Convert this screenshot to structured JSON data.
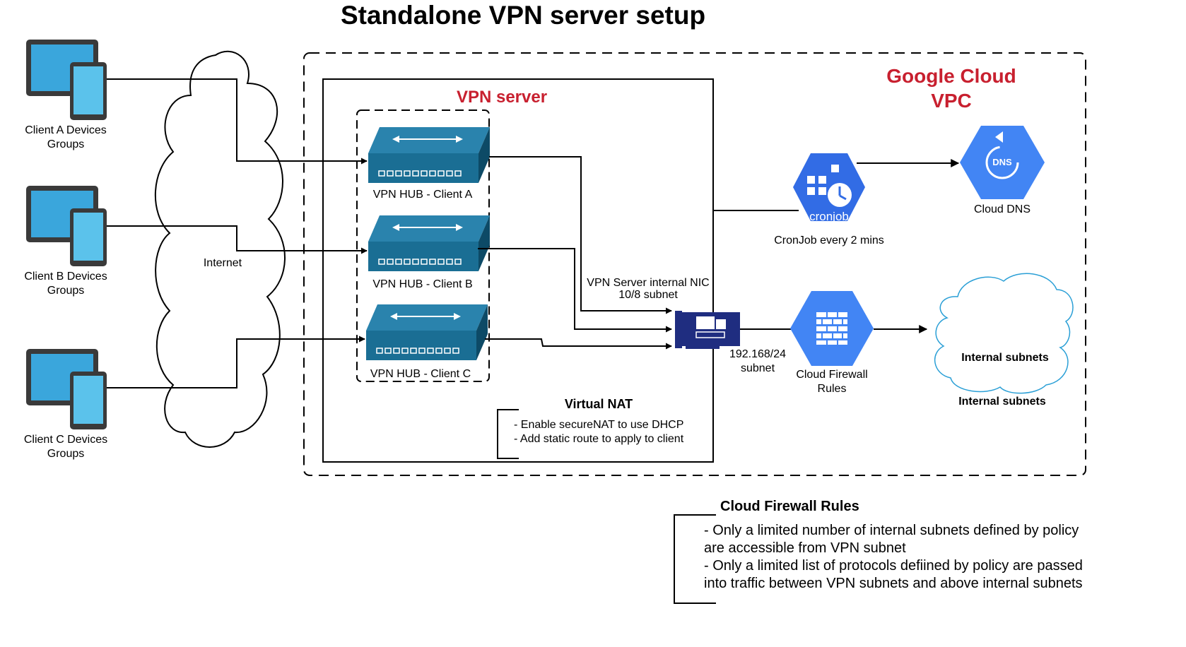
{
  "title": "Standalone VPN server setup",
  "clients": [
    {
      "line1": "Client A Devices",
      "line2": "Groups"
    },
    {
      "line1": "Client B Devices",
      "line2": "Groups"
    },
    {
      "line1": "Client C Devices",
      "line2": "Groups"
    }
  ],
  "internet_label": "Internet",
  "vpn_server_label": "VPN server",
  "hubs": [
    "VPN HUB - Client A",
    "VPN HUB - Client B",
    "VPN HUB - Client C"
  ],
  "nic": {
    "line1": "VPN Server internal NIC",
    "line2": "10/8 subnet"
  },
  "subnet": {
    "line1": "192.168/24",
    "line2": "subnet"
  },
  "gcp": {
    "line1": "Google Cloud",
    "line2": "VPC"
  },
  "cronjob": {
    "icon_text": "cronjob",
    "label": "CronJob every 2 mins"
  },
  "dns": {
    "icon_text": "DNS",
    "label": "Cloud DNS"
  },
  "firewall": {
    "line1": "Cloud Firewall",
    "line2": "Rules"
  },
  "internal_subnets": {
    "inner": "Internal subnets",
    "below": "Internal subnets"
  },
  "virtual_nat": {
    "title": "Virtual NAT",
    "items": [
      "- Enable secureNAT to use DHCP",
      "- Add static route to apply to client"
    ]
  },
  "firewall_rules_note": {
    "title": "Cloud Firewall Rules",
    "lines": [
      "- Only a limited number of internal subnets defined by policy",
      "are accessible from VPN subnet",
      "- Only a limited list of protocols defiined by policy are passed",
      "into traffic between VPN subnets and above internal subnets"
    ]
  },
  "colors": {
    "accent_red": "#c8202f",
    "gcp_blue": "#4285f4",
    "hub_blue": "#1a6e94",
    "nic_navy": "#1f2d80",
    "device_gray": "#3a3a3a",
    "screen_blue": "#3aa6dc"
  }
}
